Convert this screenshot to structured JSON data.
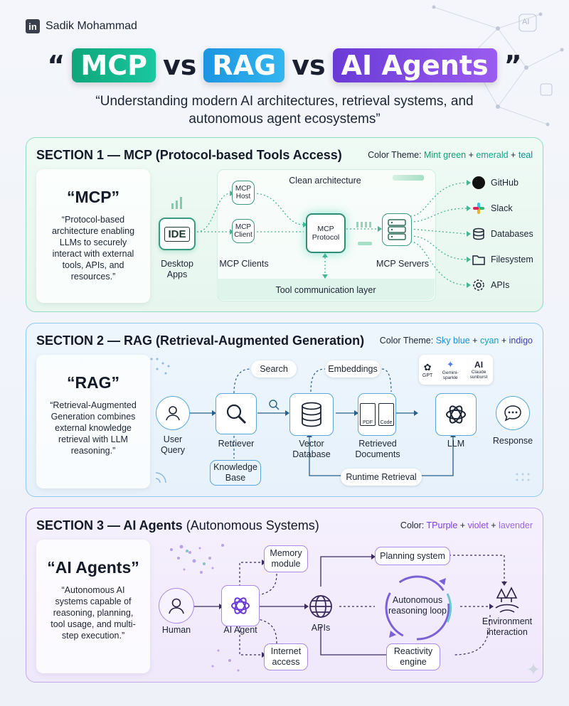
{
  "header": {
    "linkedin_glyph": "in",
    "author": "Sadik Mohammad",
    "title_open_quote": "“",
    "title_mcp": "MCP",
    "title_vs1": "vs",
    "title_rag": "RAG",
    "title_vs2": "vs",
    "title_agents": "AI Agents",
    "title_close_quote": "”",
    "subtitle": "“Understanding modern AI architectures, retrieval systems, and autonomous agent ecosystems”",
    "corner_badge": "AI"
  },
  "section1": {
    "title_bold": "SECTION 1 — MCP (Protocol-based Tools Access)",
    "theme_prefix": "Color Theme:",
    "theme_c1": "Mint green",
    "theme_c2": "emerald",
    "theme_c3": "teal",
    "theme_plus": "+",
    "card_title": "“MCP”",
    "card_text": "“Protocol-based architecture enabling LLMs to securely interact with external tools, APIs, and resources.”",
    "ide_label": "IDE",
    "desktop_apps": "Desktop Apps",
    "clean_architecture": "Clean architecture",
    "mcp_host": "MCP Host",
    "mcp_client": "MCP Client",
    "mcp_clients": "MCP Clients",
    "mcp_protocol": "MCP Protocol",
    "mcp_servers": "MCP Servers",
    "tool_layer": "Tool communication layer",
    "tools": [
      "GitHub",
      "Slack",
      "Databases",
      "Filesystem",
      "APIs"
    ],
    "colors": {
      "accent": "#0fa67a",
      "border": "#8fdcbf"
    }
  },
  "section2": {
    "title_bold": "SECTION 2 — RAG (Retrieval-Augmented Generation)",
    "theme_prefix": "Color Theme:",
    "theme_c1": "Sky blue",
    "theme_c2": "cyan",
    "theme_c3": "indigo",
    "theme_plus": "+",
    "card_title": "“RAG”",
    "card_text": "“Retrieval-Augmented Generation combines external knowledge retrieval with LLM reasoning.”",
    "user_query": "User Query",
    "search": "Search",
    "retriever": "Retriever",
    "knowledge_base": "Knowledge Base",
    "embeddings": "Embeddings",
    "vector_db": "Vector Database",
    "retrieved_docs": "Retrieved Documents",
    "pdf": "PDF",
    "code": "Code",
    "llm": "LLM",
    "response": "Response",
    "runtime_retrieval": "Runtime Retrieval",
    "models": [
      {
        "icon": "gpt-icon",
        "label": "GPT"
      },
      {
        "icon": "gemini-sparkle-icon",
        "label": "Gemini-sparkle"
      },
      {
        "icon": "claude-sunburst-icon",
        "label": "Claude sunburst"
      }
    ],
    "colors": {
      "accent": "#1b95e0",
      "border": "#92c8ec"
    }
  },
  "section3": {
    "title_bold": "SECTION 3 — AI Agents",
    "title_light": "(Autonomous Systems)",
    "theme_prefix": "Color:",
    "theme_c1": "TPurple",
    "theme_c2": "violet",
    "theme_c3": "lavender",
    "theme_plus": "+",
    "card_title": "“AI Agents”",
    "card_text": "“Autonomous AI systems capable of reasoning, planning, tool usage, and multi-step execution.”",
    "human": "Human",
    "ai_agent": "AI Agent",
    "memory_module": "Memory module",
    "internet_access": "Internet access",
    "apis": "APIs",
    "planning_system": "Planning system",
    "autonomous_loop": "Autonomous reasoning loop",
    "reactivity_engine": "Reactivity engine",
    "environment": "Environment interaction",
    "colors": {
      "accent": "#7b3fe0",
      "border": "#c3a9ee"
    }
  }
}
